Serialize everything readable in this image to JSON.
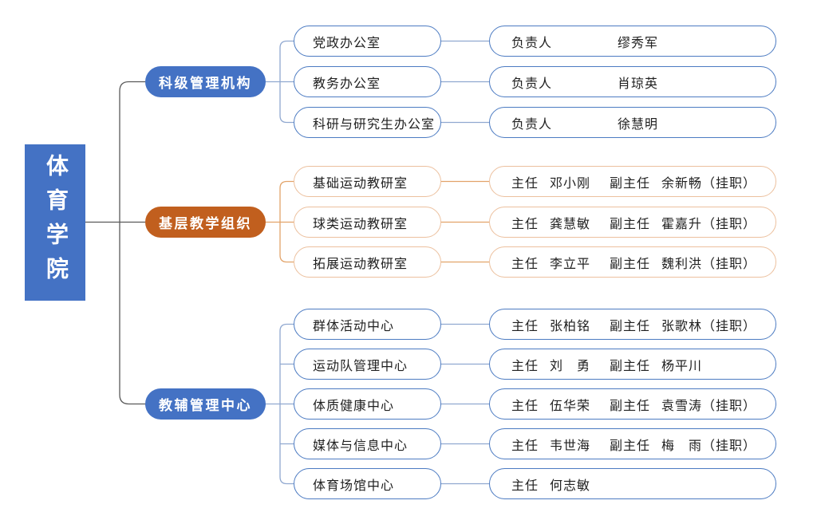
{
  "colors": {
    "blue": "#4472C4",
    "orange": "#C15F1E",
    "blue-line": "#90A8D0",
    "orange-line": "#E2A369",
    "blue-border": "#4C7BC2",
    "orange-border": "#ECC09E",
    "trunk-line": "#595959"
  },
  "root": {
    "label": "体育学院"
  },
  "branches": [
    {
      "label": "科级管理机构",
      "children": [
        {
          "label": "党政办公室",
          "roles": [
            {
              "title": "负责人",
              "name": "缪秀军"
            }
          ]
        },
        {
          "label": "教务办公室",
          "roles": [
            {
              "title": "负责人",
              "name": "肖琼英"
            }
          ]
        },
        {
          "label": "科研与研究生办公室",
          "roles": [
            {
              "title": "负责人",
              "name": "徐慧明"
            }
          ]
        }
      ]
    },
    {
      "label": "基层教学组织",
      "children": [
        {
          "label": "基础运动教研室",
          "roles": [
            {
              "title": "主任",
              "name": "邓小刚"
            },
            {
              "title": "副主任",
              "name": "余新畅（挂职）"
            }
          ]
        },
        {
          "label": "球类运动教研室",
          "roles": [
            {
              "title": "主任",
              "name": "龚慧敏"
            },
            {
              "title": "副主任",
              "name": "霍嘉升（挂职）"
            }
          ]
        },
        {
          "label": "拓展运动教研室",
          "roles": [
            {
              "title": "主任",
              "name": "李立平"
            },
            {
              "title": "副主任",
              "name": "魏利洪（挂职）"
            }
          ]
        }
      ]
    },
    {
      "label": "教辅管理中心",
      "children": [
        {
          "label": "群体活动中心",
          "roles": [
            {
              "title": "主任",
              "name": "张柏铭"
            },
            {
              "title": "副主任",
              "name": "张歌林（挂职）"
            }
          ]
        },
        {
          "label": "运动队管理中心",
          "roles": [
            {
              "title": "主任",
              "name": "刘　勇"
            },
            {
              "title": "副主任",
              "name": "杨平川"
            }
          ]
        },
        {
          "label": "体质健康中心",
          "roles": [
            {
              "title": "主任",
              "name": "伍华荣"
            },
            {
              "title": "副主任",
              "name": "袁雪涛（挂职）"
            }
          ]
        },
        {
          "label": "媒体与信息中心",
          "roles": [
            {
              "title": "主任",
              "name": "韦世海"
            },
            {
              "title": "副主任",
              "name": "梅　雨（挂职）"
            }
          ]
        },
        {
          "label": "体育场馆中心",
          "roles": [
            {
              "title": "主任",
              "name": "何志敏"
            }
          ]
        }
      ]
    }
  ]
}
